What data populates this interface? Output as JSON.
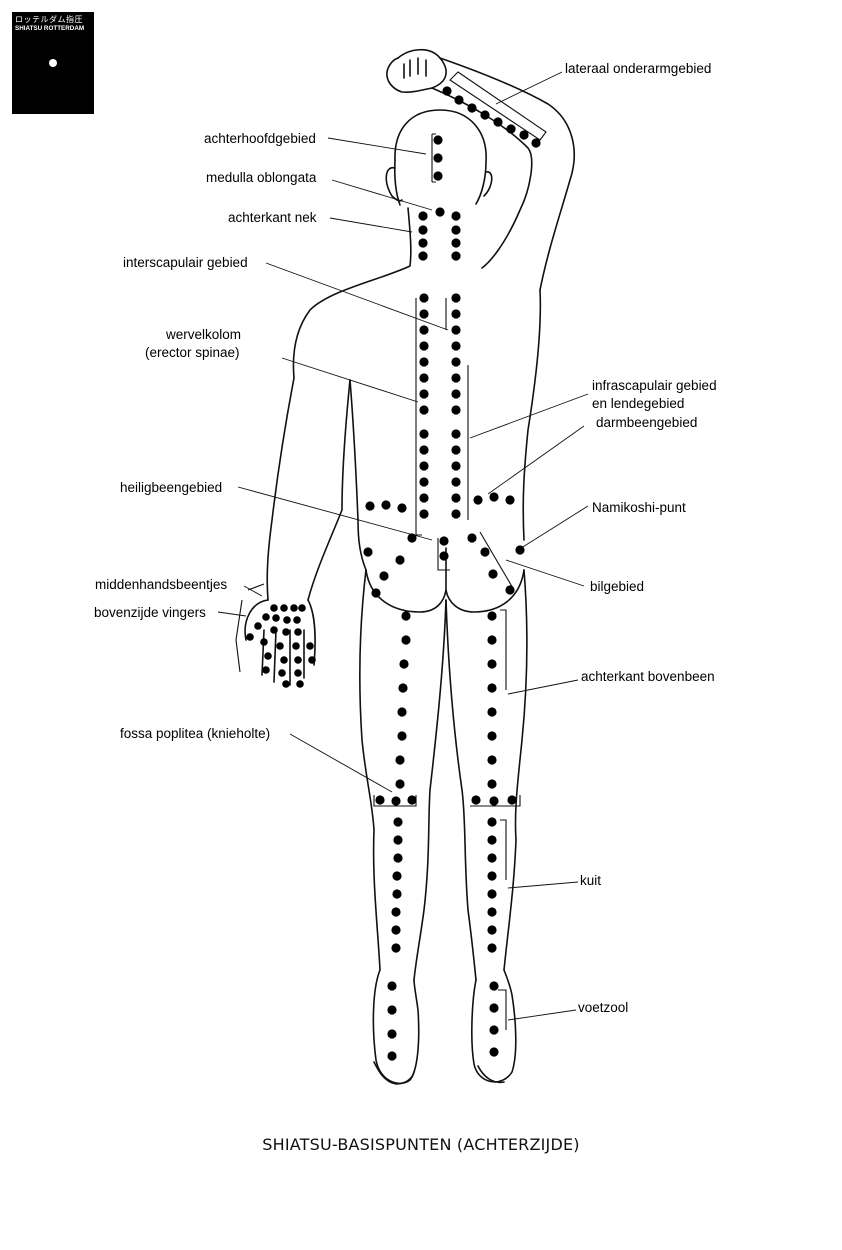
{
  "logo": {
    "japanese": "ロッテルダム指圧",
    "name": "SHIATSU ROTTERDAM"
  },
  "labels": {
    "lateraal_onderarmgebied": "lateraal onderarmgebied",
    "achterhoofdgebied": "achterhoofdgebied",
    "medulla_oblongata": "medulla oblongata",
    "achterkant_nek": "achterkant nek",
    "interscapulair_gebied": "interscapulair gebied",
    "wervelkolom_1": "wervelkolom",
    "wervelkolom_2": "(erector spinae)",
    "infrascapulair_1": "infrascapulair gebied",
    "infrascapulair_2": "en lendegebied",
    "darmbeengebied": "darmbeengebied",
    "heiligbeengebied": "heiligbeengebied",
    "namikoshi_punt": "Namikoshi-punt",
    "bilgebied": "bilgebied",
    "middenhandsbeentjes": "middenhandsbeentjes",
    "bovenzijde_vingers": "bovenzijde vingers",
    "achterkant_bovenbeen": "achterkant bovenbeen",
    "fossa_poplitea": "fossa poplitea (knieholte)",
    "kuit": "kuit",
    "voetzool": "voetzool"
  },
  "caption": "SHIATSU-BASISPUNTEN (ACHTERZIJDE)"
}
